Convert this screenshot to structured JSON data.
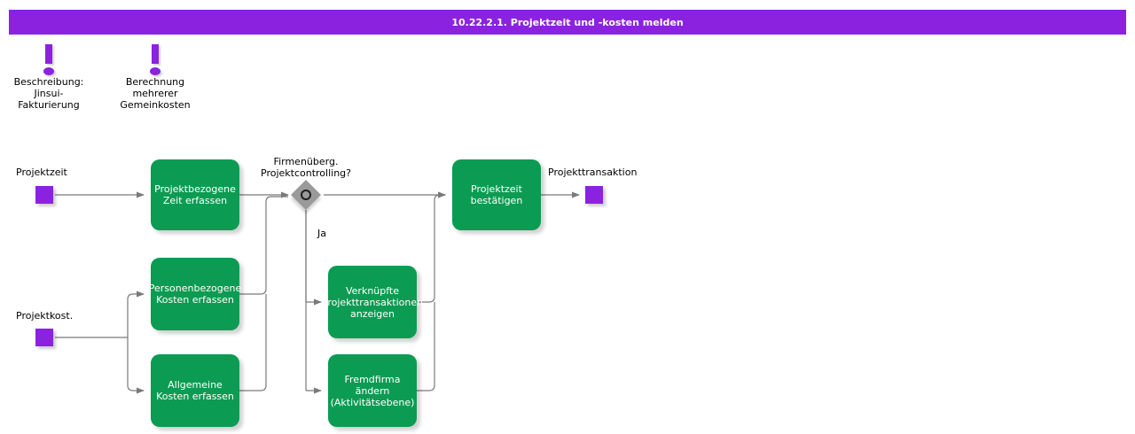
{
  "window": {
    "title": "10.22.2.1. Projektzeit und -kosten melden",
    "title_bar_color": "#8A22E0",
    "background": "#ffffff"
  },
  "palette": {
    "accent_purple": "#8A22E0",
    "activity_green": "#0C9B52",
    "decision_gray": "#9A9A9A",
    "connector_gray": "#7A7A7A",
    "text_dark": "#000000",
    "text_light": "#ffffff"
  },
  "notes": [
    {
      "icon": "exclamation-icon",
      "label": "Beschreibung:\nJinsui-\nFakturierung"
    },
    {
      "icon": "exclamation-icon",
      "label": "Berechnung\nmehrerer\nGemeinkosten"
    }
  ],
  "data_objects": [
    {
      "id": "projektzeit-in",
      "label": "Projektzeit",
      "role": "input"
    },
    {
      "id": "projektkost-in",
      "label": "Projektkost.",
      "role": "input"
    },
    {
      "id": "projekttransaktion-out",
      "label": "Projekttransaktion",
      "role": "output"
    }
  ],
  "activities": [
    {
      "id": "projektbezogene-zeit-erfassen",
      "label": "Projektbezogene\nZeit erfassen"
    },
    {
      "id": "personenbezogene-kosten-erfassen",
      "label": "Personenbezogene\nKosten erfassen"
    },
    {
      "id": "allgemeine-kosten-erfassen",
      "label": "Allgemeine\nKosten erfassen"
    },
    {
      "id": "verknuepfte-projekttransaktionen-anzeigen",
      "label": "Verknüpfte\nProjekttransaktionen\nanzeigen"
    },
    {
      "id": "fremdfirma-aendern",
      "label": "Fremdfirma\nändern\n(Aktivitätsebene)"
    },
    {
      "id": "projektzeit-bestaetigen",
      "label": "Projektzeit\nbestätigen"
    }
  ],
  "decision": {
    "id": "firmenueberg-projektcontrolling",
    "label": "Firmenüberg.\nProjektcontrolling?",
    "branch_label": "Ja"
  }
}
